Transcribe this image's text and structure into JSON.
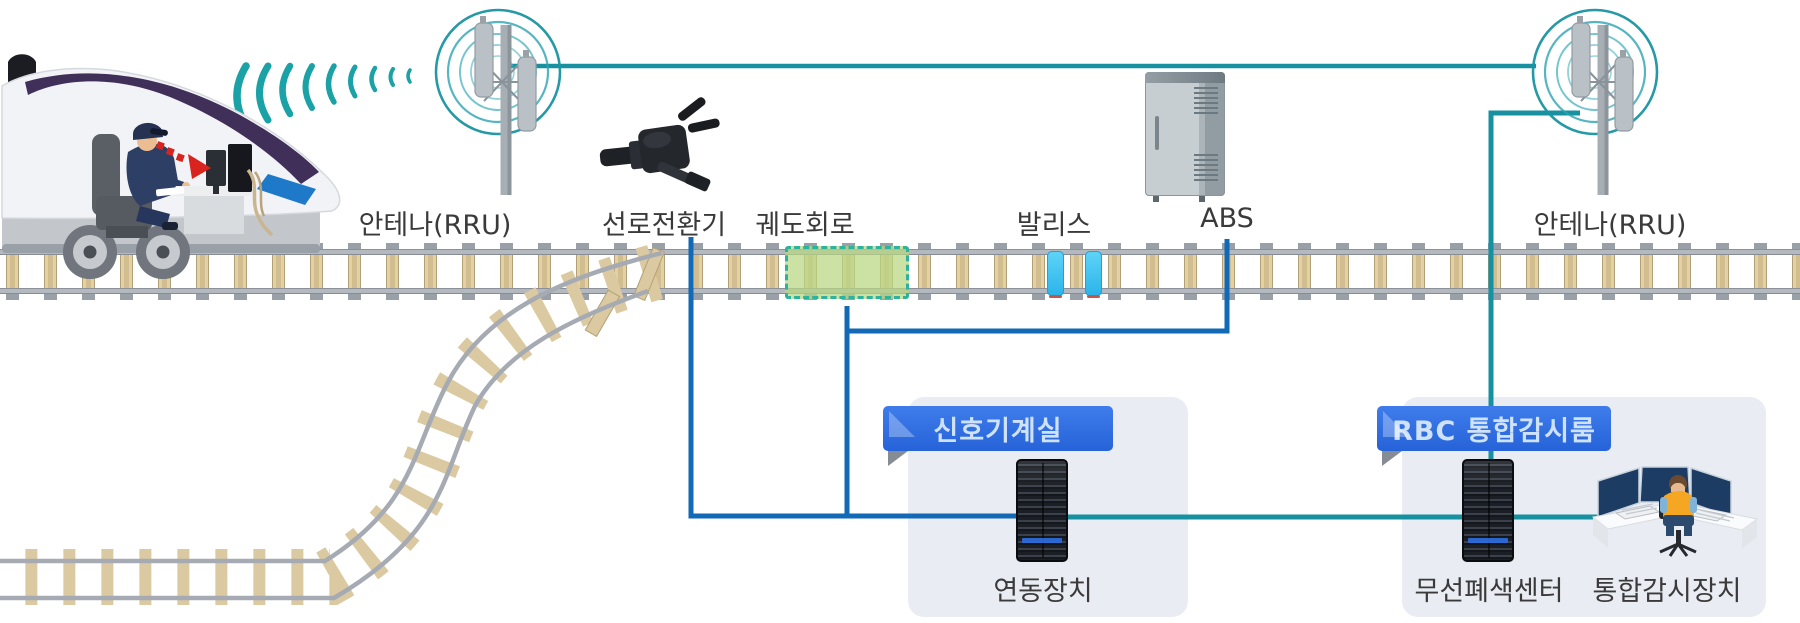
{
  "diagram": {
    "trackside_labels": [
      {
        "id": "antenna-left",
        "label": "안테나(RRU)"
      },
      {
        "id": "point-machine",
        "label": "선로전환기"
      },
      {
        "id": "track-circuit",
        "label": "궤도회로"
      },
      {
        "id": "balise",
        "label": "발리스"
      },
      {
        "id": "abs",
        "label": "ABS"
      },
      {
        "id": "antenna-right",
        "label": "안테나(RRU)"
      }
    ],
    "rooms": [
      {
        "id": "signal-room",
        "banner": "신호기계실",
        "devices": [
          {
            "id": "interlocking",
            "label": "연동장치"
          }
        ]
      },
      {
        "id": "rbc-room",
        "banner": "RBC 통합감시룸",
        "devices": [
          {
            "id": "radio-block-center",
            "label": "무선폐색센터"
          },
          {
            "id": "monitoring-device",
            "label": "통합감시장치"
          }
        ]
      }
    ],
    "icons": [
      "train-icon",
      "wifi-waves-icon",
      "antenna-tower-icon",
      "point-machine-icon",
      "track-circuit-zone",
      "balise-icon",
      "abs-cabinet-icon",
      "server-rack-icon",
      "operator-console-icon"
    ],
    "colors": {
      "teal_line": "#17919f",
      "blue_line": "#1269b5",
      "banner_blue": "#2d6bdf",
      "track_circuit_fill": "#b9d784",
      "track_circuit_border": "#2cb29d",
      "balise_blue": "#35c3f1",
      "tie_tan": "#dbc9a1",
      "rail_gray": "#b4b8bf",
      "room_bg": "#e9edf3",
      "train_purple": "#402f58",
      "label_text": "#3a3a3a"
    }
  }
}
